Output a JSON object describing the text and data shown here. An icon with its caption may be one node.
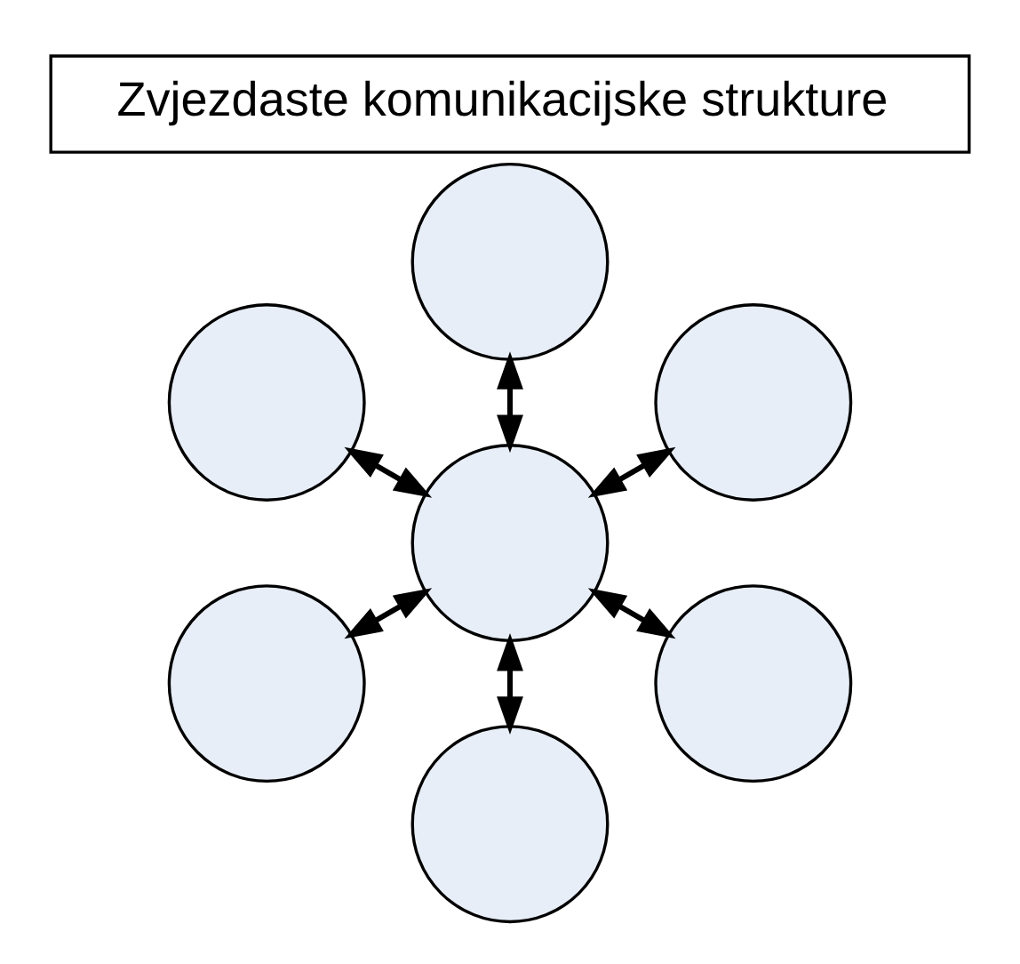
{
  "diagram": {
    "title": "Zvjezdaste komunikacijske strukture",
    "nodes": [
      {
        "text": [],
        "shape": "circle"
      },
      {
        "text": [],
        "shape": "circle"
      },
      {
        "text": [],
        "shape": "circle"
      },
      {
        "text": [],
        "shape": "circle"
      },
      {
        "text": [],
        "shape": "circle"
      },
      {
        "text": [],
        "shape": "circle"
      },
      {
        "text": [],
        "shape": "circle"
      }
    ],
    "edges": [
      {
        "from": 3,
        "to": 0,
        "arrow": "both"
      },
      {
        "from": 3,
        "to": 1,
        "arrow": "both"
      },
      {
        "from": 3,
        "to": 2,
        "arrow": "both"
      },
      {
        "from": 3,
        "to": 4,
        "arrow": "both"
      },
      {
        "from": 3,
        "to": 5,
        "arrow": "both"
      },
      {
        "from": 3,
        "to": 6,
        "arrow": "both"
      }
    ]
  }
}
